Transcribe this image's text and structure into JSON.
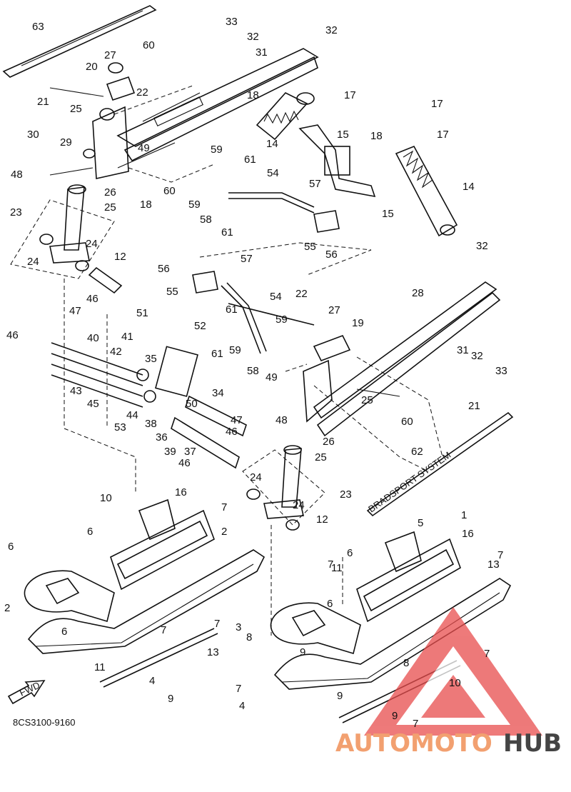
{
  "diagram": {
    "code": "8CS3100-9160",
    "fwd_label": "FWD",
    "watermark": {
      "part1": "AUTOMOTO",
      "part2": "HUB",
      "triangle_color": "#e84d4d",
      "accent_color": "#f2a070"
    },
    "callouts": [
      "63",
      "33",
      "32",
      "32",
      "31",
      "60",
      "27",
      "20",
      "22",
      "21",
      "25",
      "30",
      "29",
      "48",
      "49",
      "17",
      "18",
      "17",
      "14",
      "15",
      "18",
      "17",
      "14",
      "59",
      "61",
      "60",
      "59",
      "54",
      "57",
      "58",
      "61",
      "55",
      "56",
      "26",
      "25",
      "18",
      "23",
      "24",
      "24",
      "15",
      "12",
      "32",
      "56",
      "57",
      "55",
      "54",
      "28",
      "22",
      "27",
      "19",
      "61",
      "59",
      "46",
      "47",
      "40",
      "51",
      "52",
      "31",
      "32",
      "33",
      "61",
      "59",
      "58",
      "49",
      "41",
      "42",
      "35",
      "25",
      "21",
      "46",
      "43",
      "45",
      "44",
      "38",
      "50",
      "34",
      "48",
      "60",
      "53",
      "36",
      "39",
      "37",
      "46",
      "47",
      "46",
      "26",
      "25",
      "62",
      "23",
      "24",
      "24",
      "12",
      "16",
      "10",
      "6",
      "7",
      "2",
      "6",
      "7",
      "5",
      "1",
      "16",
      "6",
      "7",
      "13",
      "11",
      "2",
      "6",
      "7",
      "3",
      "7",
      "11",
      "13",
      "9",
      "9",
      "4",
      "7",
      "6",
      "8",
      "7",
      "9",
      "10",
      "9",
      "4",
      "7",
      "8",
      "7",
      "5",
      "3"
    ]
  }
}
